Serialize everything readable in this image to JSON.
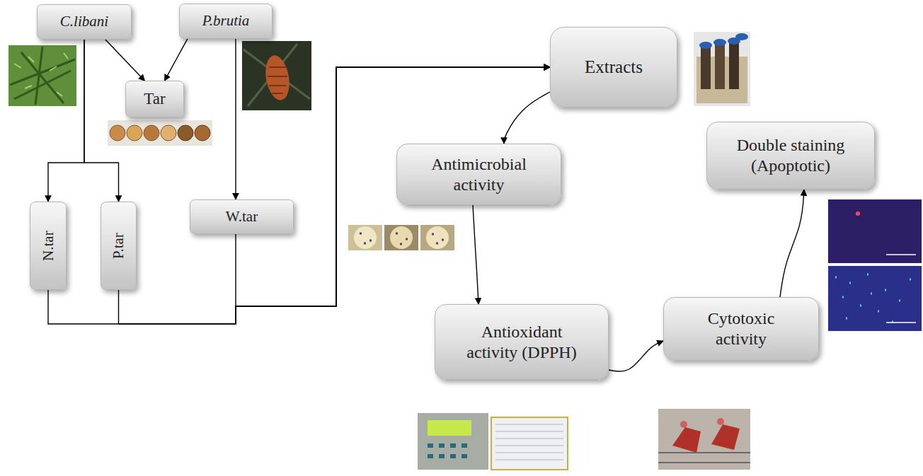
{
  "diagram": {
    "nodes": [
      {
        "text": [
          "C.libani"
        ]
      },
      {
        "text": [
          "P.brutia"
        ]
      },
      {
        "text": [
          "Tar"
        ]
      },
      {
        "text": [
          "N.tar"
        ]
      },
      {
        "text": [
          "P.tar"
        ]
      },
      {
        "text": [
          "W.tar"
        ]
      },
      {
        "text": [
          "Extracts"
        ]
      },
      {
        "text": [
          "Antimicrobial activity"
        ]
      },
      {
        "text": [
          "Antioxidant activity (DPPH)"
        ]
      },
      {
        "text": [
          "Cytotoxic activity"
        ]
      },
      {
        "text": [
          "Double staining (Apoptotic)"
        ]
      }
    ],
    "edges": [
      {
        "from": 0,
        "to": 2,
        "arrow": "to"
      },
      {
        "from": 1,
        "to": 2,
        "arrow": "to"
      },
      {
        "from": 0,
        "to": 3,
        "arrow": "to"
      },
      {
        "from": 0,
        "to": 4,
        "arrow": "to"
      },
      {
        "from": 1,
        "to": 5,
        "arrow": "to"
      },
      {
        "from": 3,
        "to": 6,
        "arrow": "to"
      },
      {
        "from": 4,
        "to": 6,
        "arrow": "to"
      },
      {
        "from": 5,
        "to": 6,
        "arrow": "to"
      },
      {
        "from": 6,
        "to": 7,
        "arrow": "to"
      },
      {
        "from": 7,
        "to": 8,
        "arrow": "to"
      },
      {
        "from": 8,
        "to": 9,
        "arrow": "to"
      },
      {
        "from": 9,
        "to": 10,
        "arrow": "to"
      }
    ]
  }
}
